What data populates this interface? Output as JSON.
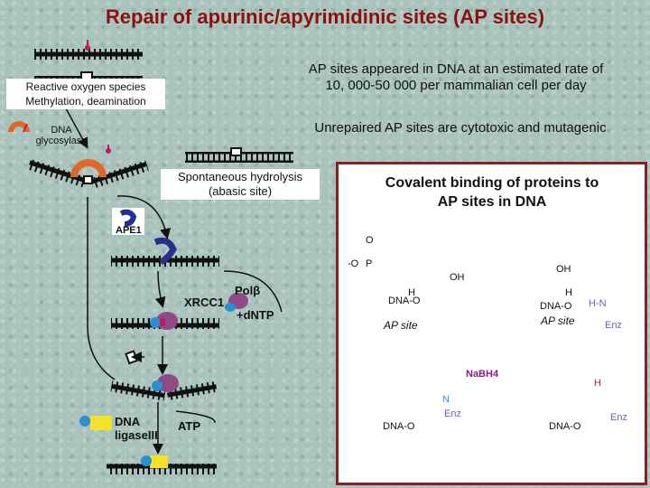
{
  "title": "Repair of apurinic/apyrimidinic sites (AP sites)",
  "labels": {
    "ros_line1": "Reactive oxygen species",
    "ros_line2": "Methylation, deamination",
    "rate_line1": "AP sites appeared in DNA at an estimated rate of",
    "rate_line2": "10, 000-50 000 per mammalian cell per day",
    "cytotoxic": "Unrepaired AP sites are cytotoxic and mutagenic",
    "hydro_line1": "Spontaneous hydrolysis",
    "hydro_line2": "(abasic site)",
    "dna_glycosylase_1": "DNA",
    "dna_glycosylase_2": "glycosylase",
    "ape1": "APE1",
    "xrcc1": "XRCC1",
    "pol_beta": "Polβ",
    "dntp": "+dNTP",
    "atp": "ATP",
    "ligase_1": "DNA",
    "ligase_2": "ligaseIII"
  },
  "panel": {
    "title_line1": "Covalent binding of proteins to",
    "title_line2": "AP sites in DNA",
    "ap_site_left": "AP site",
    "ap_site_right": "AP site",
    "nabh4": "NaBH4",
    "chem": {
      "o": "O",
      "p": "P",
      "o_minus": "-O",
      "oh": "OH",
      "oh2": "OH",
      "h": "H",
      "h2": "H",
      "dnao": "DNA-O",
      "dnao2": "DNA-O",
      "dnao3": "DNA-O",
      "dnao4": "DNA-O",
      "enz": "Enz",
      "enz2": "Enz",
      "enz3": "Enz",
      "n": "N",
      "hn": "H-N",
      "h3": "H"
    }
  },
  "colors": {
    "title": "#8b1010",
    "panel_border": "#8b1f1f",
    "ellipse": "#9fc6ee",
    "glycosylase": "#e0672a",
    "ape1": "#2b2f8c",
    "pol_beta": "#8e4a86",
    "xrcc1": "#2c8fd0",
    "ligase": "#f3e12a",
    "lesion": "#c2185b",
    "enz": "#6b5bd6",
    "nabh4": "#8a1c8a"
  }
}
